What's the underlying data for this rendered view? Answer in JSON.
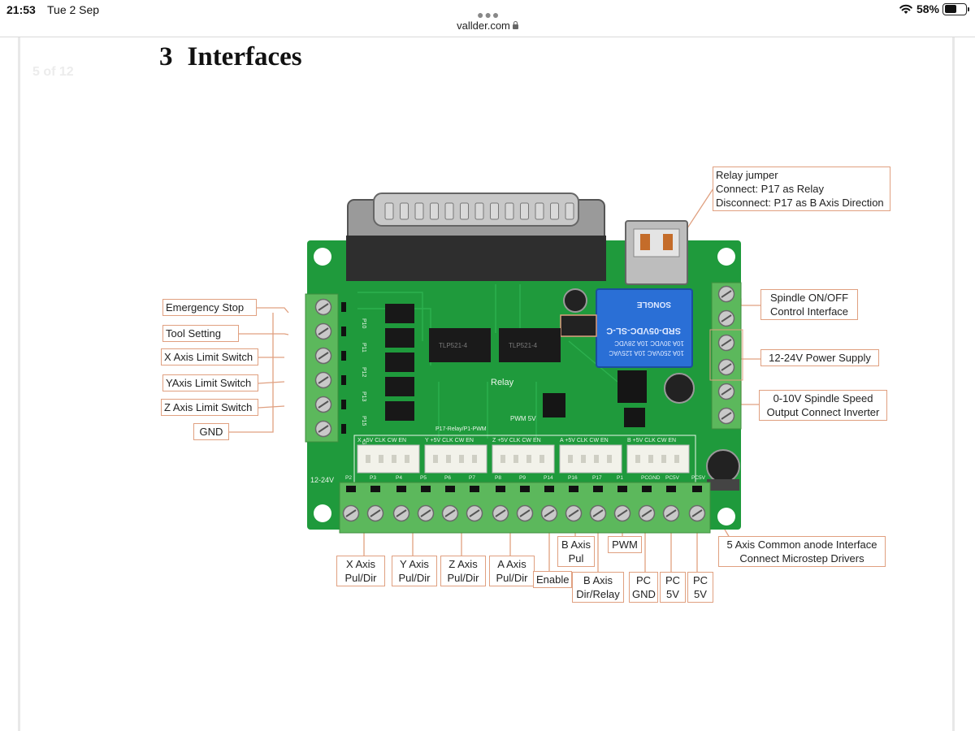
{
  "status_bar": {
    "time": "21:53",
    "date": "Tue 2 Sep",
    "battery": "58%",
    "battery_level": 0.58
  },
  "browser": {
    "url": "vallder.com"
  },
  "document": {
    "page_indicator": "5 of 12",
    "section_number": "3",
    "section_title": "Interfaces"
  },
  "board": {
    "relay_text_1": "10A 250VAC 10A 125VAC",
    "relay_text_2": "10A 30VDC 10A 28VDC",
    "relay_model": "SRD-05VDC-SL-C",
    "relay_brand": "SONGLE",
    "chip_1": "TLP521-4",
    "chip_2": "TLP521-4",
    "relay_silk": "Relay",
    "pwm_silk": "PWM 5V",
    "silk_12_24v": "12-24V",
    "header_labels": [
      "X +5V CLK CW EN",
      "Y +5V CLK CW EN",
      "Z +5V CLK CW EN",
      "A +5V CLK CW EN",
      "B +5V CLK CW EN"
    ],
    "pin_labels": [
      "P2",
      "P3",
      "P4",
      "P5",
      "P6",
      "P7",
      "P8",
      "P9",
      "P14",
      "P16",
      "P17",
      "P1",
      "PCGND",
      "PC5V",
      "PC5V"
    ],
    "left_pin_labels": [
      "P10",
      "P11",
      "P12",
      "P13",
      "P15",
      "GND"
    ],
    "p17_silk": "P17-Relay/P1-PWM"
  },
  "callouts": {
    "relay_jumper": [
      "Relay jumper",
      "Connect: P17 as Relay",
      "Disconnect: P17 as B Axis Direction"
    ],
    "emergency_stop": "Emergency Stop",
    "tool_setting": "Tool Setting",
    "x_limit": "X Axis Limit Switch",
    "y_limit": "YAxis Limit Switch",
    "z_limit": "Z Axis Limit Switch",
    "gnd": "GND",
    "spindle_onoff": [
      "Spindle ON/OFF",
      "Control Interface"
    ],
    "power_supply": "12-24V Power Supply",
    "spindle_speed": [
      "0-10V Spindle Speed",
      "Output Connect Inverter"
    ],
    "common_anode": [
      "5 Axis Common anode Interface",
      "Connect Microstep Drivers"
    ],
    "x_axis": [
      "X Axis",
      "Pul/Dir"
    ],
    "y_axis": [
      "Y Axis",
      "Pul/Dir"
    ],
    "z_axis": [
      "Z Axis",
      "Pul/Dir"
    ],
    "a_axis": [
      "A Axis",
      "Pul/Dir"
    ],
    "enable": "Enable",
    "b_pul": [
      "B Axis",
      "Pul"
    ],
    "pwm": "PWM",
    "b_dir": [
      "B Axis",
      "Dir/Relay"
    ],
    "pc_gnd": [
      "PC",
      "GND"
    ],
    "pc5v_1": [
      "PC",
      "5V"
    ],
    "pc5v_2": [
      "PC",
      "5V"
    ]
  },
  "colors": {
    "pcb": "#1f9a3c",
    "terminal": "#5cb85c",
    "relay": "#2a6fd6",
    "callout_border": "#e0a080"
  }
}
